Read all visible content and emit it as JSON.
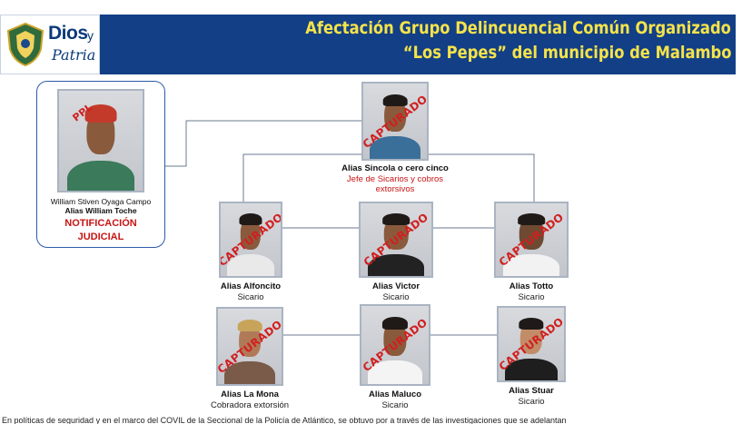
{
  "header": {
    "title_line1": "Afectación Grupo Delincuencial Común Organizado",
    "title_line2": "“Los Pepes” del municipio de Malambo",
    "logo_text_dios": "Dios",
    "logo_text_y": "y",
    "logo_text_patria": "Patria",
    "logo_icon": "police-shield-icon",
    "bg_color": "#123f86",
    "title_color": "#f6e34a"
  },
  "leader_card": {
    "full_name": "William Stiven Oyaga Campo",
    "alias": "Alias William Toche",
    "notice_line1": "NOTIFICACIÓN",
    "notice_line2": "JUDICIAL",
    "stamp": "PPL"
  },
  "chief": {
    "alias": "Alias Sincola o cero cinco",
    "role": "Jefe de Sicarios y cobros extorsivos",
    "stamp": "CAPTURADO"
  },
  "row1": [
    {
      "alias": "Alias Alfoncito",
      "role": "Sicario",
      "stamp": "CAPTURADO"
    },
    {
      "alias": "Alias Victor",
      "role": "Sicario",
      "stamp": "CAPTURADO"
    },
    {
      "alias": "Alias Totto",
      "role": "Sicario",
      "stamp": "CAPTURADO"
    }
  ],
  "row2": [
    {
      "alias": "Alias La Mona",
      "role": "Cobradora extorsión",
      "stamp": "CAPTURADO"
    },
    {
      "alias": "Alias Maluco",
      "role": "Sicario",
      "stamp": "CAPTURADO"
    },
    {
      "alias": "Alias Stuar",
      "role": "Sicario",
      "stamp": "CAPTURADO"
    }
  ],
  "footer": {
    "text": "En políticas de seguridad y en el marco del COVIL de la Seccional de la Policía de Atlántico, se obtuvo por a través de las investigaciones que se adelantan"
  }
}
